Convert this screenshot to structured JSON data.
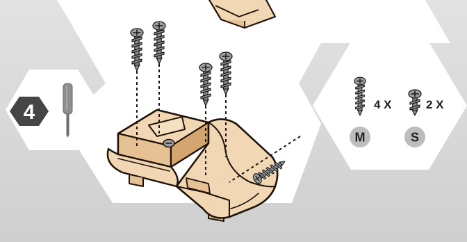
{
  "step": {
    "number": "4",
    "tool_icon": "screwdriver-icon"
  },
  "parts": [
    {
      "icon": "screw-m-icon",
      "quantity": "4 X",
      "size": "M"
    },
    {
      "icon": "screw-s-icon",
      "quantity": "2 X",
      "size": "S"
    }
  ],
  "colors": {
    "background": "#d7d7d7",
    "hex_panel": "#ffffff",
    "wood_top": "#f2d7b4",
    "wood_side": "#e6c193",
    "wood_shadow": "#d4a56e",
    "outline": "#1f1208",
    "screw": "#8c8c8c",
    "badge": "#bdbdbd",
    "step_badge": "#454545"
  }
}
